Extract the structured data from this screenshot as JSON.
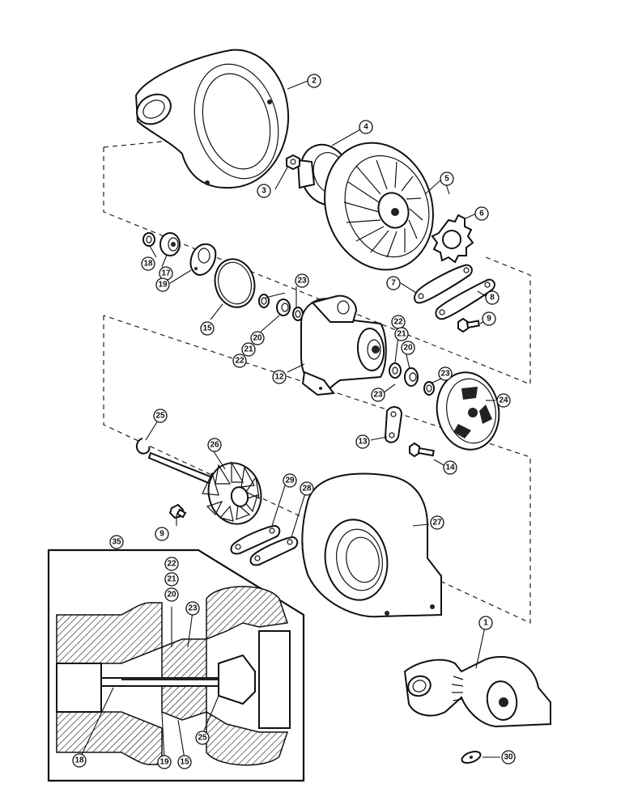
{
  "callouts": {
    "c1": "1",
    "c2": "2",
    "c3": "3",
    "c4": "4",
    "c5": "5",
    "c6": "6",
    "c7": "7",
    "c8": "8",
    "c9a": "9",
    "c9b": "9",
    "c12": "12",
    "c13": "13",
    "c14": "14",
    "c15": "15",
    "c17": "17",
    "c18": "18",
    "c19": "19",
    "c20a": "20",
    "c20b": "20",
    "c21a": "21",
    "c21b": "21",
    "c22a": "22",
    "c22b": "22",
    "c23a": "23",
    "c23b": "23",
    "c23c": "23",
    "c24": "24",
    "c25": "25",
    "c26": "26",
    "c27": "27",
    "c28": "28",
    "c29": "29",
    "c30": "30",
    "c35": "35"
  },
  "inset_callouts": {
    "i22": "22",
    "i21": "21",
    "i20": "20",
    "i23": "23",
    "i18": "18",
    "i19": "19",
    "i15": "15",
    "i25": "25"
  }
}
